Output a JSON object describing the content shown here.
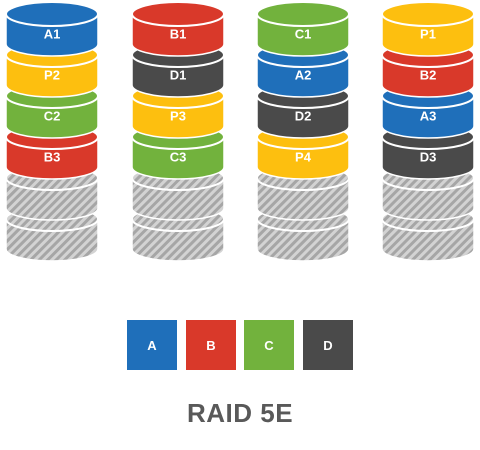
{
  "title": "RAID 5E",
  "colors": {
    "A": "#1f6fba",
    "B": "#d9392a",
    "C": "#72b23d",
    "D": "#4a4a4a",
    "P": "#fdbf0f",
    "spare": "#a6a6a6"
  },
  "disks": [
    {
      "name": "disk-1",
      "blocks": [
        {
          "label": "A1",
          "color": "A"
        },
        {
          "label": "P2",
          "color": "P"
        },
        {
          "label": "C2",
          "color": "C"
        },
        {
          "label": "B3",
          "color": "B"
        },
        {
          "label": "",
          "color": "spare"
        },
        {
          "label": "",
          "color": "spare"
        }
      ]
    },
    {
      "name": "disk-2",
      "blocks": [
        {
          "label": "B1",
          "color": "B"
        },
        {
          "label": "D1",
          "color": "D"
        },
        {
          "label": "P3",
          "color": "P"
        },
        {
          "label": "C3",
          "color": "C"
        },
        {
          "label": "",
          "color": "spare"
        },
        {
          "label": "",
          "color": "spare"
        }
      ]
    },
    {
      "name": "disk-3",
      "blocks": [
        {
          "label": "C1",
          "color": "C"
        },
        {
          "label": "A2",
          "color": "A"
        },
        {
          "label": "D2",
          "color": "D"
        },
        {
          "label": "P4",
          "color": "P"
        },
        {
          "label": "",
          "color": "spare"
        },
        {
          "label": "",
          "color": "spare"
        }
      ]
    },
    {
      "name": "disk-4",
      "blocks": [
        {
          "label": "P1",
          "color": "P"
        },
        {
          "label": "B2",
          "color": "B"
        },
        {
          "label": "A3",
          "color": "A"
        },
        {
          "label": "D3",
          "color": "D"
        },
        {
          "label": "",
          "color": "spare"
        },
        {
          "label": "",
          "color": "spare"
        }
      ]
    }
  ],
  "legend": [
    {
      "label": "A",
      "color": "A"
    },
    {
      "label": "B",
      "color": "B"
    },
    {
      "label": "C",
      "color": "C"
    },
    {
      "label": "D",
      "color": "D"
    }
  ]
}
